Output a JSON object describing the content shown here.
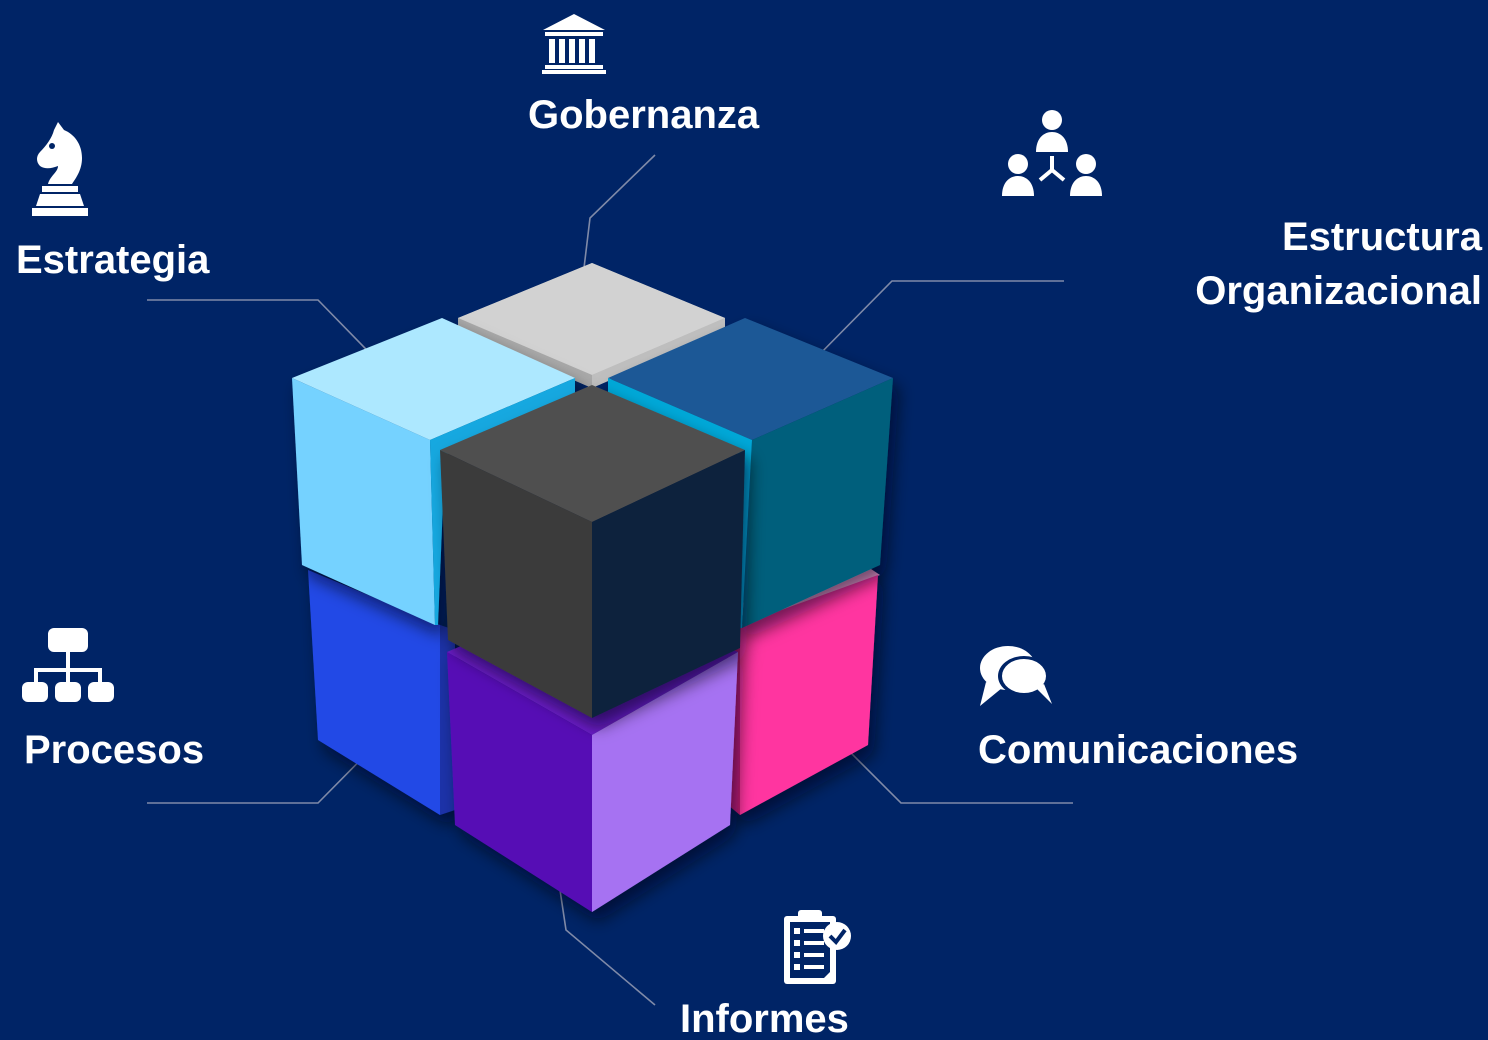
{
  "labels": {
    "gobernanza": "Gobernanza",
    "estrategia": "Estrategia",
    "estructura_line1": "Estructura",
    "estructura_line2": "Organizacional",
    "procesos": "Procesos",
    "comunicaciones": "Comunicaciones",
    "informes": "Informes"
  },
  "icons": {
    "gobernanza": "bank-icon",
    "estrategia": "chess-knight-icon",
    "estructura": "org-people-icon",
    "procesos": "hierarchy-icon",
    "comunicaciones": "chat-bubbles-icon",
    "informes": "clipboard-check-icon"
  },
  "colors": {
    "background": "#002466",
    "text": "#ffffff",
    "connector": "#7f8aa8",
    "gobernanza_block": "#cfcfcf",
    "estrategia_block": "#9fe3ff",
    "estructura_block": "#1e5a96",
    "center_block": "#4a4a4a",
    "procesos_block": "#2346e0",
    "informes_block": "#5a12b8",
    "comunicaciones_block": "#ff36a0"
  }
}
